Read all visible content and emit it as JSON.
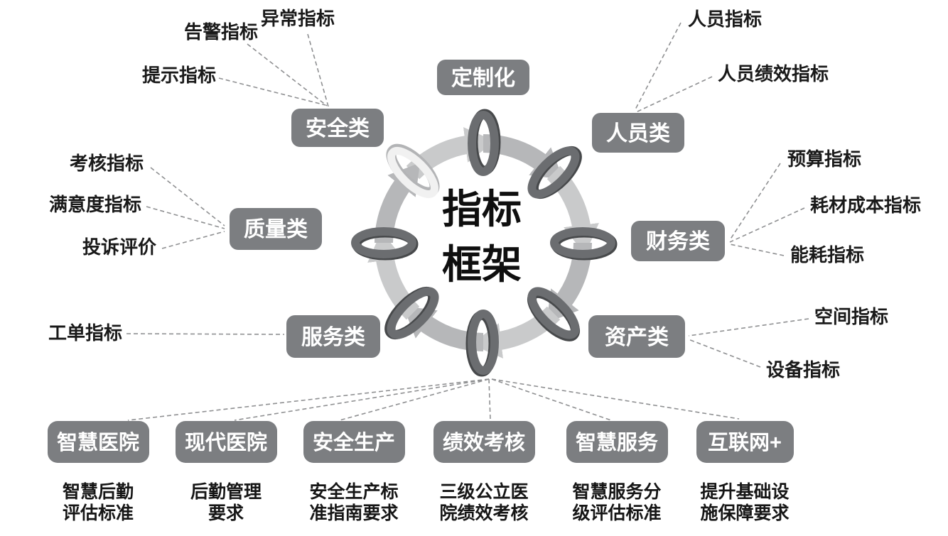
{
  "title": {
    "line1": "指标",
    "line2": "框架"
  },
  "categories": {
    "customization": {
      "label": "定制化"
    },
    "safety": {
      "label": "安全类"
    },
    "personnel": {
      "label": "人员类"
    },
    "quality": {
      "label": "质量类"
    },
    "finance": {
      "label": "财务类"
    },
    "service": {
      "label": "服务类"
    },
    "asset": {
      "label": "资产类"
    }
  },
  "indicators": {
    "safety": [
      "异常指标",
      "告警指标",
      "提示指标"
    ],
    "personnel": [
      "人员指标",
      "人员绩效指标"
    ],
    "finance": [
      "预算指标",
      "耗材成本指标",
      "能耗指标"
    ],
    "asset": [
      "空间指标",
      "设备指标"
    ],
    "quality": [
      "考核指标",
      "满意度指标",
      "投诉评价"
    ],
    "service": [
      "工单指标"
    ]
  },
  "bottom": [
    {
      "label": "智慧医院",
      "caption": [
        "智慧后勤",
        "评估标准"
      ]
    },
    {
      "label": "现代医院",
      "caption": [
        "后勤管理",
        "要求"
      ]
    },
    {
      "label": "安全生产",
      "caption": [
        "安全生产标",
        "准指南要求"
      ]
    },
    {
      "label": "绩效考核",
      "caption": [
        "三级公立医",
        "院绩效考核"
      ]
    },
    {
      "label": "智慧服务",
      "caption": [
        "智慧服务分",
        "级评估标准"
      ]
    },
    {
      "label": "互联网+",
      "caption": [
        "提升基础设",
        "施保障要求"
      ]
    }
  ],
  "colors": {
    "node_box": "#7c7e81",
    "ring_dark": "#6b6d70",
    "ring_shadow": "#47494b",
    "ring_white": "#f1f1f1",
    "arc_light": "#c9cacb",
    "arc_mid": "#b6b7b9",
    "dashed_line": "#8f9092",
    "text": "#1a1a1a",
    "background": "#ffffff"
  }
}
